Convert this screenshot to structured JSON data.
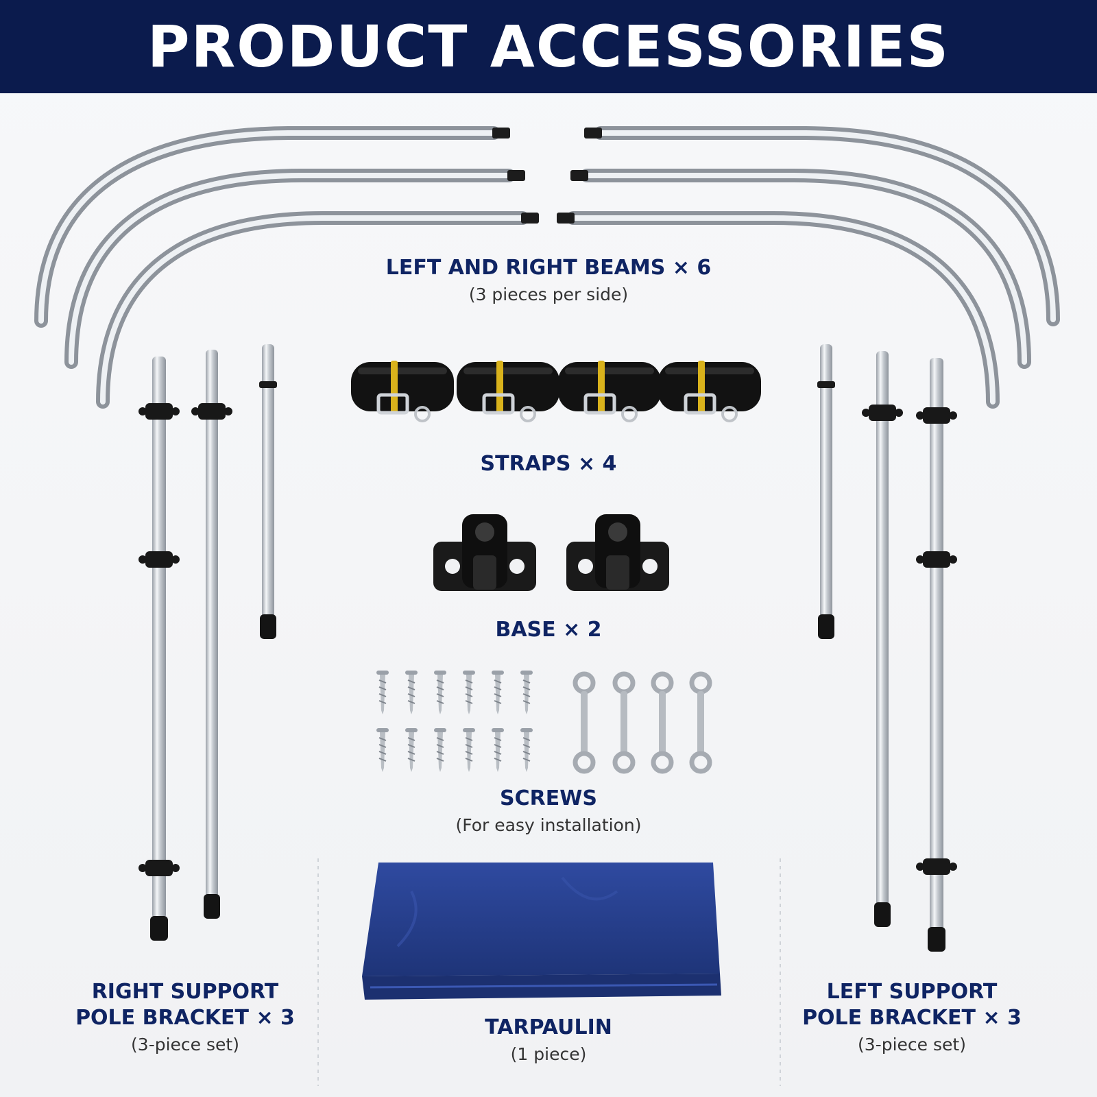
{
  "header": {
    "title": "PRODUCT ACCESSORIES"
  },
  "items": {
    "beams": {
      "title": "LEFT AND RIGHT BEAMS × 6",
      "subtitle": "(3 pieces per side)"
    },
    "straps": {
      "title": "STRAPS × 4"
    },
    "base": {
      "title": "BASE × 2"
    },
    "screws": {
      "title": "SCREWS",
      "subtitle": "(For easy installation)"
    },
    "right_support": {
      "title_line1": "RIGHT SUPPORT",
      "title_line2": "POLE BRACKET × 3",
      "subtitle": "(3-piece set)"
    },
    "tarpaulin": {
      "title": "TARPAULIN",
      "subtitle": "(1 piece)"
    },
    "left_support": {
      "title_line1": "LEFT SUPPORT",
      "title_line2": "POLE BRACKET × 3",
      "subtitle": "(3-piece set)"
    }
  },
  "colors": {
    "header_bg": "#0b1b4d",
    "label_text": "#0f2463",
    "tarp_blue": "#263f8f",
    "metal": "#c8ccd2"
  }
}
